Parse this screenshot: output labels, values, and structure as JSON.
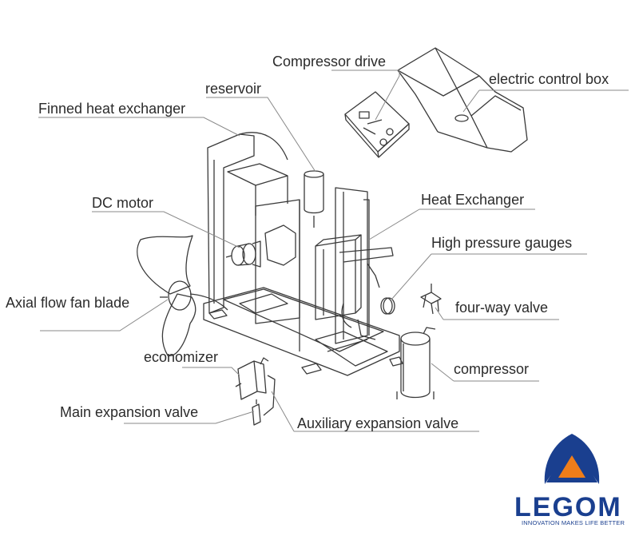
{
  "labels": {
    "compressor_drive": "Compressor drive",
    "electric_control_box": "electric control box",
    "reservoir": "reservoir",
    "finned_heat_exchanger": "Finned heat exchanger",
    "dc_motor": "DC motor",
    "heat_exchanger": "Heat Exchanger",
    "high_pressure_gauges": "High pressure gauges",
    "axial_flow_fan_blade": "Axial flow fan blade",
    "four_way_valve": "four-way valve",
    "economizer": "economizer",
    "compressor": "compressor",
    "main_expansion_valve": "Main expansion valve",
    "auxiliary_expansion_valve": "Auxiliary expansion valve"
  },
  "logo": {
    "name": "LEGOM",
    "tagline": "INNOVATION MAKES LIFE BETTER",
    "colors": {
      "blue": "#1a3f8f",
      "orange": "#ef7d1a"
    }
  },
  "colors": {
    "line": "#3a3a3a",
    "label": "#2b2b2b",
    "leader": "#8a8a8a"
  }
}
